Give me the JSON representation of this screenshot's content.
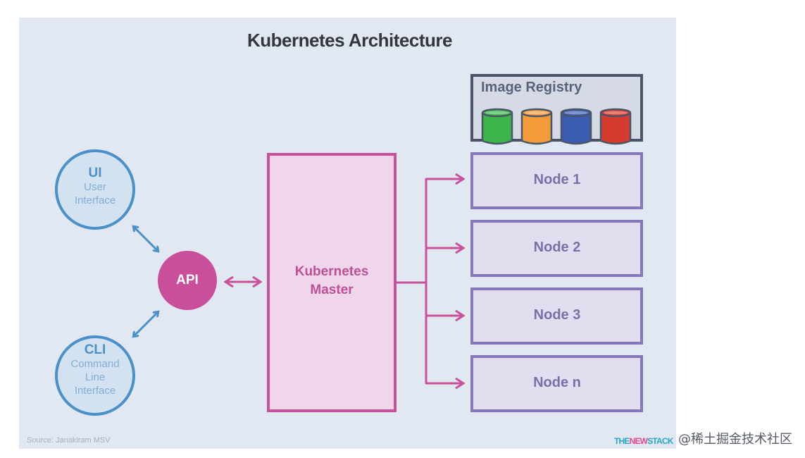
{
  "diagram": {
    "title": "Kubernetes Architecture",
    "clients": [
      {
        "id": "ui",
        "title": "UI",
        "subtitle_lines": [
          "User",
          "Interface"
        ]
      },
      {
        "id": "cli",
        "title": "CLI",
        "subtitle_lines": [
          "Command",
          "Line",
          "Interface"
        ]
      }
    ],
    "api": {
      "label": "API"
    },
    "master": {
      "label_lines": [
        "Kubernetes",
        "Master"
      ]
    },
    "registry": {
      "label": "Image Registry",
      "images": [
        {
          "color": "#3cb44a"
        },
        {
          "color": "#f39a3a"
        },
        {
          "color": "#3a5bb0"
        },
        {
          "color": "#d63b2f"
        }
      ]
    },
    "nodes": [
      {
        "label": "Node 1"
      },
      {
        "label": "Node 2"
      },
      {
        "label": "Node 3"
      },
      {
        "label": "Node n"
      }
    ],
    "edges": [
      {
        "from": "ui",
        "to": "api",
        "type": "bidirectional"
      },
      {
        "from": "cli",
        "to": "api",
        "type": "bidirectional"
      },
      {
        "from": "api",
        "to": "master",
        "type": "bidirectional"
      },
      {
        "from": "master",
        "to": "Node 1",
        "type": "directed"
      },
      {
        "from": "master",
        "to": "Node 2",
        "type": "directed"
      },
      {
        "from": "master",
        "to": "Node 3",
        "type": "directed"
      },
      {
        "from": "master",
        "to": "Node n",
        "type": "directed"
      }
    ],
    "colors": {
      "background": "#e1e8f2",
      "client_stroke": "#4a90c9",
      "client_fill": "#d3e2f1",
      "api_fill": "#c94f9b",
      "master_stroke": "#c9509a",
      "master_fill": "#f0d6ea",
      "node_stroke": "#8577b8",
      "node_fill": "#e2def0",
      "registry_stroke": "#4a5568",
      "registry_fill": "#d5dae5"
    }
  },
  "footer": {
    "source": "Source: Janakiram MSV",
    "brand_part1": "THE",
    "brand_part2": "NEW",
    "brand_part3": "STACK"
  },
  "watermark": "@稀土掘金技术社区"
}
